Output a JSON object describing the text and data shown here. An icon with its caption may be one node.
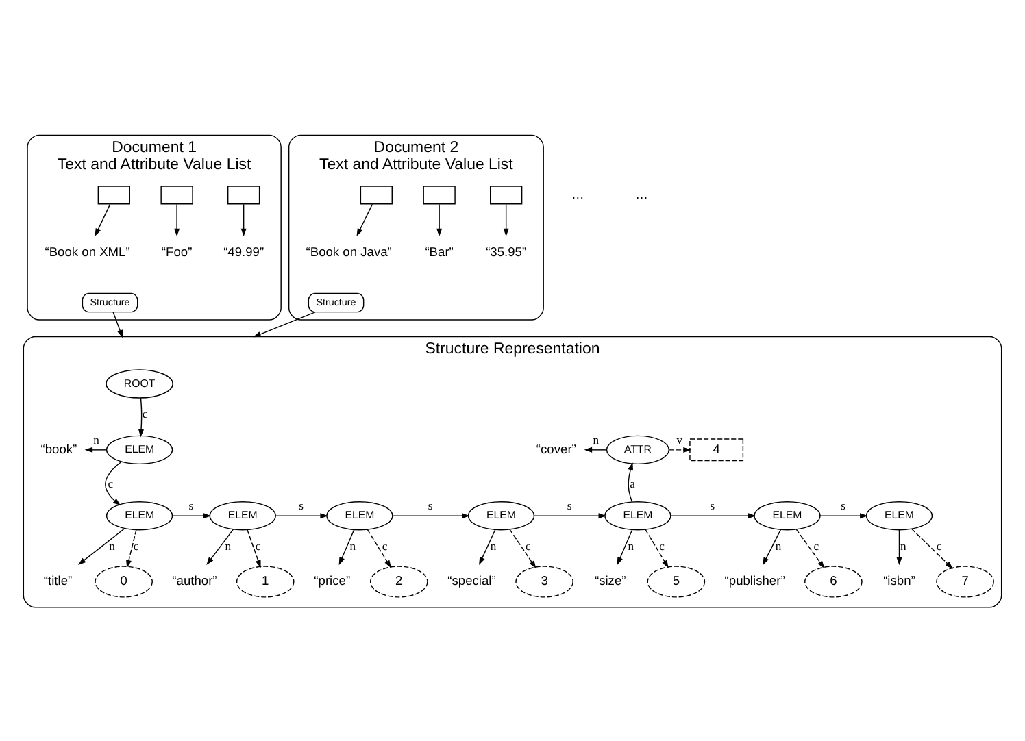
{
  "diagram": {
    "nodes": [
      {
        "text": [
          "Document 1",
          "Text and Attribute Value List"
        ]
      },
      {
        "text": [],
        "shape": "box",
        "in": 0
      },
      {
        "text": [],
        "shape": "box",
        "in": 0
      },
      {
        "text": [],
        "shape": "box",
        "in": 0
      },
      {
        "text": [
          "“Book on XML”"
        ],
        "in": 0
      },
      {
        "text": [
          "“Foo”"
        ],
        "in": 0
      },
      {
        "text": [
          "“49.99”"
        ],
        "in": 0
      },
      {
        "text": [
          "Structure"
        ],
        "in": 0
      },
      {
        "text": [
          "Document 2",
          "Text and Attribute Value List"
        ]
      },
      {
        "text": [],
        "shape": "box",
        "in": 8
      },
      {
        "text": [],
        "shape": "box",
        "in": 8
      },
      {
        "text": [],
        "shape": "box",
        "in": 8
      },
      {
        "text": [
          "“Book on Java”"
        ],
        "in": 8
      },
      {
        "text": [
          "“Bar”"
        ],
        "in": 8
      },
      {
        "text": [
          "“35.95”"
        ],
        "in": 8
      },
      {
        "text": [
          "Structure"
        ],
        "in": 8
      },
      {
        "text": [
          "Structure Representation"
        ]
      },
      {
        "text": [
          "ROOT"
        ],
        "in": 16
      },
      {
        "text": [
          "ELEM"
        ],
        "in": 16
      },
      {
        "text": [
          "“book”"
        ],
        "in": 16
      },
      {
        "text": [
          "ATTR"
        ],
        "in": 16
      },
      {
        "text": [
          "“cover”"
        ],
        "in": 16
      },
      {
        "text": [
          "4"
        ],
        "in": 16
      },
      {
        "text": [
          "ELEM"
        ],
        "in": 16
      },
      {
        "text": [
          "ELEM"
        ],
        "in": 16
      },
      {
        "text": [
          "ELEM"
        ],
        "in": 16
      },
      {
        "text": [
          "ELEM"
        ],
        "in": 16
      },
      {
        "text": [
          "ELEM"
        ],
        "in": 16
      },
      {
        "text": [
          "ELEM"
        ],
        "in": 16
      },
      {
        "text": [
          "ELEM"
        ],
        "in": 16
      },
      {
        "text": [
          "“title”"
        ],
        "in": 16
      },
      {
        "text": [
          "“author”"
        ],
        "in": 16
      },
      {
        "text": [
          "“price”"
        ],
        "in": 16
      },
      {
        "text": [
          "“special”"
        ],
        "in": 16
      },
      {
        "text": [
          "“size”"
        ],
        "in": 16
      },
      {
        "text": [
          "“publisher”"
        ],
        "in": 16
      },
      {
        "text": [
          "“isbn”"
        ],
        "in": 16
      },
      {
        "text": [
          "0"
        ],
        "in": 16
      },
      {
        "text": [
          "1"
        ],
        "in": 16
      },
      {
        "text": [
          "2"
        ],
        "in": 16
      },
      {
        "text": [
          "3"
        ],
        "in": 16
      },
      {
        "text": [
          "5"
        ],
        "in": 16
      },
      {
        "text": [
          "6"
        ],
        "in": 16
      },
      {
        "text": [
          "7"
        ],
        "in": 16
      }
    ],
    "edges": [
      {
        "from": 1,
        "to": 4,
        "arrow": "to"
      },
      {
        "from": 2,
        "to": 5,
        "arrow": "to"
      },
      {
        "from": 3,
        "to": 6,
        "arrow": "to"
      },
      {
        "from": 9,
        "to": 12,
        "arrow": "to"
      },
      {
        "from": 10,
        "to": 13,
        "arrow": "to"
      },
      {
        "from": 11,
        "to": 14,
        "arrow": "to"
      },
      {
        "from": 7,
        "to": 16,
        "arrow": "to"
      },
      {
        "from": 15,
        "to": 16,
        "arrow": "to"
      },
      {
        "from": 17,
        "to": 18,
        "arrow": "to",
        "label": "c"
      },
      {
        "from": 18,
        "to": 19,
        "arrow": "to",
        "label": "n"
      },
      {
        "from": 18,
        "to": 23,
        "arrow": "to",
        "label": "c"
      },
      {
        "from": 23,
        "to": 24,
        "arrow": "to",
        "label": "s"
      },
      {
        "from": 24,
        "to": 25,
        "arrow": "to",
        "label": "s"
      },
      {
        "from": 25,
        "to": 26,
        "arrow": "to",
        "label": "s"
      },
      {
        "from": 26,
        "to": 27,
        "arrow": "to",
        "label": "s"
      },
      {
        "from": 27,
        "to": 28,
        "arrow": "to",
        "label": "s"
      },
      {
        "from": 28,
        "to": 29,
        "arrow": "to",
        "label": "s"
      },
      {
        "from": 27,
        "to": 20,
        "arrow": "to",
        "label": "a"
      },
      {
        "from": 20,
        "to": 21,
        "arrow": "to",
        "label": "n"
      },
      {
        "from": 20,
        "to": 22,
        "arrow": "to",
        "label": "v",
        "style": "dashed"
      },
      {
        "from": 23,
        "to": 30,
        "arrow": "to",
        "label": "n"
      },
      {
        "from": 23,
        "to": 37,
        "arrow": "to",
        "label": "c",
        "style": "dashed"
      },
      {
        "from": 24,
        "to": 31,
        "arrow": "to",
        "label": "n"
      },
      {
        "from": 24,
        "to": 38,
        "arrow": "to",
        "label": "c",
        "style": "dashed"
      },
      {
        "from": 25,
        "to": 32,
        "arrow": "to",
        "label": "n"
      },
      {
        "from": 25,
        "to": 39,
        "arrow": "to",
        "label": "c",
        "style": "dashed"
      },
      {
        "from": 26,
        "to": 33,
        "arrow": "to",
        "label": "n"
      },
      {
        "from": 26,
        "to": 40,
        "arrow": "to",
        "label": "c",
        "style": "dashed"
      },
      {
        "from": 27,
        "to": 34,
        "arrow": "to",
        "label": "n"
      },
      {
        "from": 27,
        "to": 41,
        "arrow": "to",
        "label": "c",
        "style": "dashed"
      },
      {
        "from": 28,
        "to": 35,
        "arrow": "to",
        "label": "n"
      },
      {
        "from": 28,
        "to": 42,
        "arrow": "to",
        "label": "c",
        "style": "dashed"
      },
      {
        "from": 29,
        "to": 36,
        "arrow": "to",
        "label": "n"
      },
      {
        "from": 29,
        "to": 43,
        "arrow": "to",
        "label": "c",
        "style": "dashed"
      }
    ],
    "labels": [
      "…",
      "…"
    ]
  }
}
